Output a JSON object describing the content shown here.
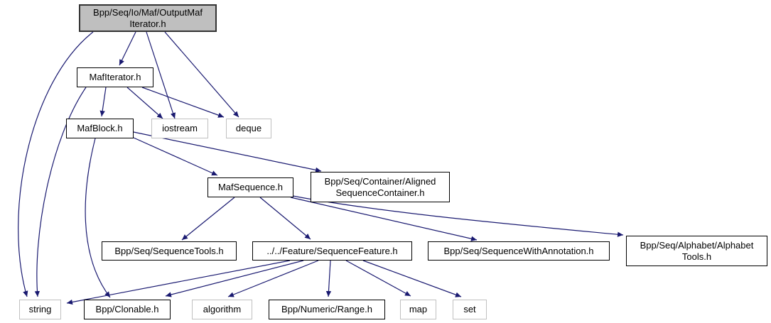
{
  "diagram": {
    "kind": "doxygen-include-dependency-graph",
    "colors": {
      "edge": "#191970",
      "current_node_fill": "#bfbfbf",
      "node_fill": "#ffffff",
      "node_border": "#000000",
      "external_node_border": "#c0c0c0"
    },
    "nodes": [
      {
        "id": "outputmafiterator",
        "label": "Bpp/Seq/Io/Maf/OutputMaf\nIterator.h",
        "kind": "current"
      },
      {
        "id": "mafiterator",
        "label": "MafIterator.h",
        "kind": "internal"
      },
      {
        "id": "mafblock",
        "label": "MafBlock.h",
        "kind": "internal"
      },
      {
        "id": "iostream",
        "label": "iostream",
        "kind": "external"
      },
      {
        "id": "deque",
        "label": "deque",
        "kind": "external"
      },
      {
        "id": "mafsequence",
        "label": "MafSequence.h",
        "kind": "internal"
      },
      {
        "id": "alignedsequencecontainer",
        "label": "Bpp/Seq/Container/Aligned\nSequenceContainer.h",
        "kind": "internal"
      },
      {
        "id": "sequencetools",
        "label": "Bpp/Seq/SequenceTools.h",
        "kind": "internal"
      },
      {
        "id": "sequencefeature",
        "label": "../../Feature/SequenceFeature.h",
        "kind": "internal"
      },
      {
        "id": "sequencewithannotation",
        "label": "Bpp/Seq/SequenceWithAnnotation.h",
        "kind": "internal"
      },
      {
        "id": "alphabettools",
        "label": "Bpp/Seq/Alphabet/Alphabet\nTools.h",
        "kind": "internal"
      },
      {
        "id": "string",
        "label": "string",
        "kind": "external"
      },
      {
        "id": "clonable",
        "label": "Bpp/Clonable.h",
        "kind": "internal"
      },
      {
        "id": "algorithm",
        "label": "algorithm",
        "kind": "external"
      },
      {
        "id": "range",
        "label": "Bpp/Numeric/Range.h",
        "kind": "internal"
      },
      {
        "id": "map",
        "label": "map",
        "kind": "external"
      },
      {
        "id": "set",
        "label": "set",
        "kind": "external"
      }
    ],
    "edges": [
      {
        "from": "outputmafiterator",
        "to": "mafiterator"
      },
      {
        "from": "outputmafiterator",
        "to": "string"
      },
      {
        "from": "outputmafiterator",
        "to": "iostream"
      },
      {
        "from": "outputmafiterator",
        "to": "deque"
      },
      {
        "from": "mafiterator",
        "to": "mafblock"
      },
      {
        "from": "mafiterator",
        "to": "string"
      },
      {
        "from": "mafiterator",
        "to": "iostream"
      },
      {
        "from": "mafiterator",
        "to": "deque"
      },
      {
        "from": "mafblock",
        "to": "mafsequence"
      },
      {
        "from": "mafblock",
        "to": "alignedsequencecontainer"
      },
      {
        "from": "mafblock",
        "to": "clonable"
      },
      {
        "from": "mafsequence",
        "to": "sequencetools"
      },
      {
        "from": "mafsequence",
        "to": "sequencefeature"
      },
      {
        "from": "mafsequence",
        "to": "sequencewithannotation"
      },
      {
        "from": "mafsequence",
        "to": "alphabettools"
      },
      {
        "from": "sequencefeature",
        "to": "string"
      },
      {
        "from": "sequencefeature",
        "to": "clonable"
      },
      {
        "from": "sequencefeature",
        "to": "algorithm"
      },
      {
        "from": "sequencefeature",
        "to": "range"
      },
      {
        "from": "sequencefeature",
        "to": "map"
      },
      {
        "from": "sequencefeature",
        "to": "set"
      }
    ]
  }
}
